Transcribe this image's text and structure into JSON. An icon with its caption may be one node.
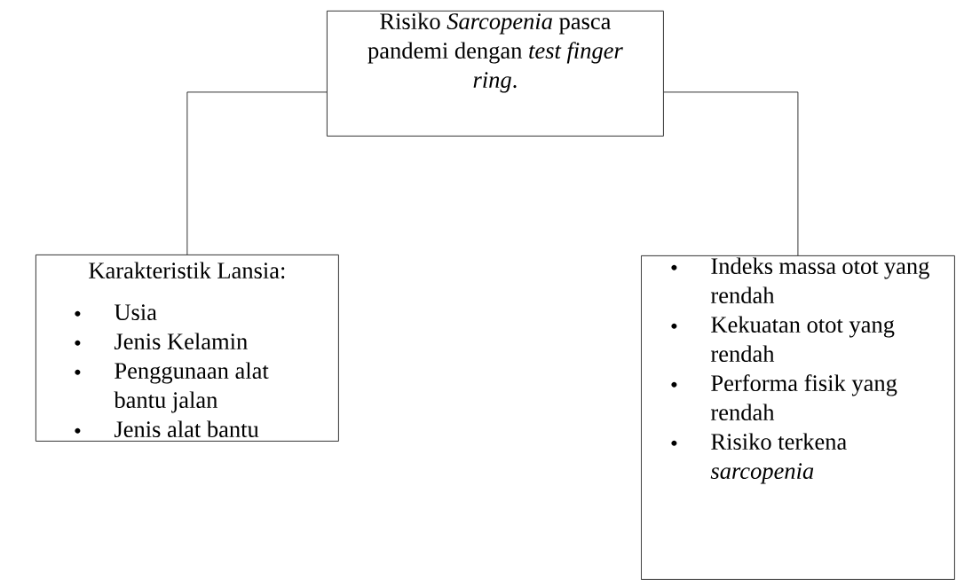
{
  "diagram": {
    "nodes": [
      {
        "text": [
          "Risiko *Sarcopenia* pasca pandemi dengan *test finger ring*."
        ]
      },
      {
        "text": [
          "Karakteristik Lansia:",
          "Usia",
          "Jenis Kelamin",
          "Penggunaan alat bantu jalan",
          "Jenis alat bantu"
        ]
      },
      {
        "text": [
          "Indeks massa otot yang rendah",
          "Kekuatan otot yang rendah",
          "Performa fisik yang rendah",
          "Risiko terkena *sarcopenia*"
        ]
      }
    ],
    "edges": [
      {
        "from": 0,
        "to": 1,
        "arrow": "none"
      },
      {
        "from": 0,
        "to": 2,
        "arrow": "none"
      }
    ]
  }
}
